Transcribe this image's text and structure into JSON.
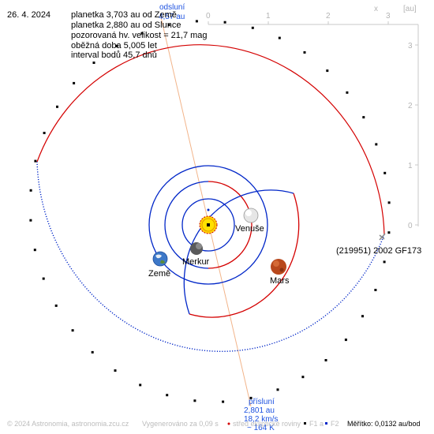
{
  "date": "26. 4. 2024",
  "info_lines": [
    "planetka 3,703 au od Země",
    "planetka 2,880 au od Slunce",
    "pozorovaná hv. velikost = 21,7 mag",
    "oběžná doba 5,005 let",
    "interval bodů 45,7 dnů"
  ],
  "axes": {
    "unit": "[au]",
    "x_ticks": [
      "0",
      "1",
      "2",
      "3"
    ],
    "y_ticks": [
      "3",
      "2",
      "1",
      "0"
    ],
    "x_label": "x"
  },
  "bodies": {
    "asteroid": "(219951) 2002 GF173",
    "venus": "Venuše",
    "earth": "Země",
    "mercury": "Merkur",
    "mars": "Mars"
  },
  "aphelion": {
    "label": "odsluní",
    "distance": "4,57 au"
  },
  "perihelion": {
    "label": "přísluní",
    "distance": "2,801 au",
    "speed": "18,2 km/s",
    "temperature": "~ 164 K"
  },
  "footer": {
    "copyright": "© 2024 Astronomia, astronomia.zcu.cz",
    "generated": "Vygenerováno za 0,09 s",
    "legend_ecliptic": "střed ekliptické roviny",
    "legend_f1": "F1 a",
    "legend_f2": "F2",
    "scale": "Měřítko: 0,0132 au/bod"
  },
  "colors": {
    "above_ecliptic": "#d40000",
    "below_ecliptic": "#0026c8",
    "apsides_line": "#f2b48a",
    "axis": "#c8c8c8"
  }
}
